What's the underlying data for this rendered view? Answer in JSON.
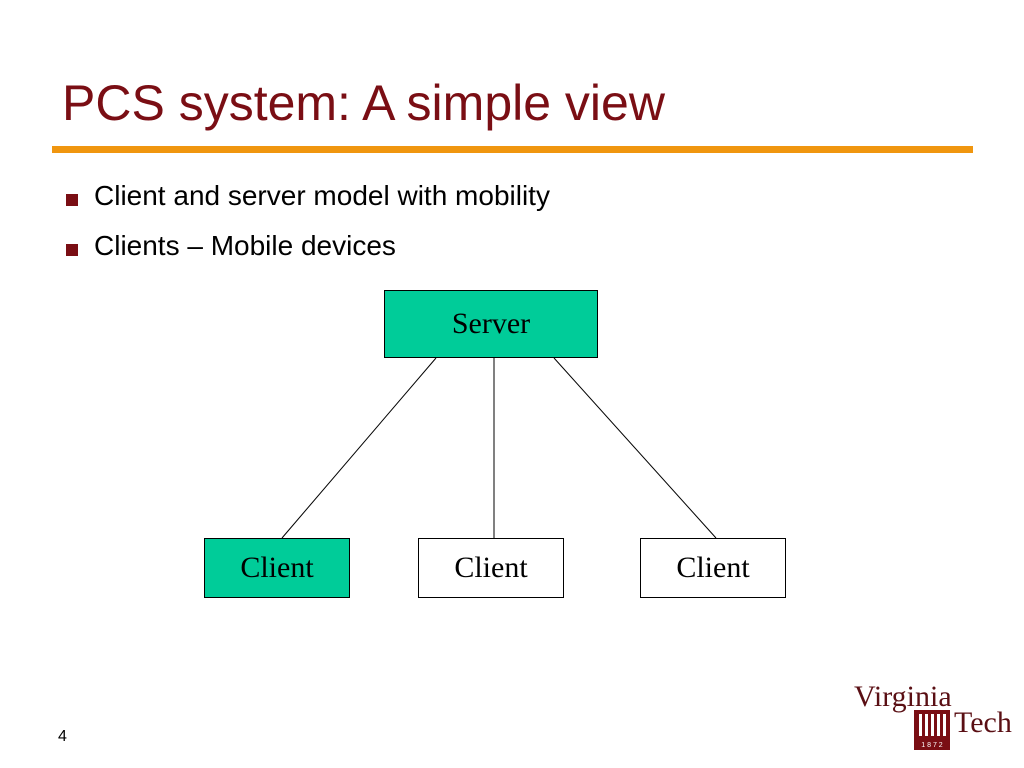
{
  "slide": {
    "title": "PCS system: A simple view",
    "page_number": "4"
  },
  "bullets": [
    "Client and server model with mobility",
    "Clients – Mobile devices"
  ],
  "diagram": {
    "server": {
      "label": "Server",
      "fill": "#00cc99"
    },
    "clients": [
      {
        "label": "Client",
        "fill": "#00cc99"
      },
      {
        "label": "Client",
        "fill": "#ffffff"
      },
      {
        "label": "Client",
        "fill": "#ffffff"
      }
    ]
  },
  "logo": {
    "word1": "Virginia",
    "word2": "Tech",
    "seal_text": "1 8 7 2"
  },
  "colors": {
    "title": "#7a0e14",
    "rule": "#f0960f",
    "highlight": "#00cc99"
  }
}
